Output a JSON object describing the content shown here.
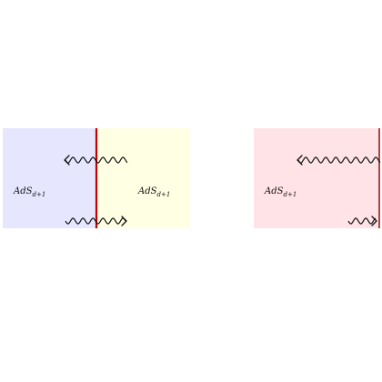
{
  "diagram": {
    "regions": [
      {
        "id": "left-blue",
        "color": "#e6e6ff",
        "label": {
          "main": "AdS",
          "sub": "d+1"
        }
      },
      {
        "id": "left-yellow",
        "color": "#ffffe3",
        "label": {
          "main": "AdS",
          "sub": "d+1"
        }
      },
      {
        "id": "right-pink",
        "color": "#ffe3e6",
        "label": {
          "main": "AdS",
          "sub": "d+1"
        }
      }
    ],
    "brane_color": "#c40000",
    "brane_right_color": "#9a1e1e",
    "wave_color": "#111111"
  }
}
